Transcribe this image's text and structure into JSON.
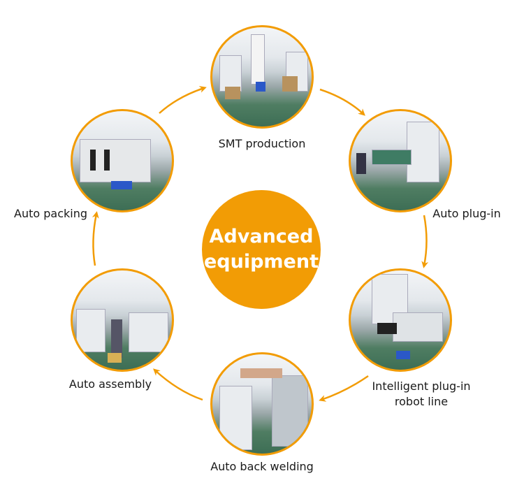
{
  "center": {
    "line1": "Advanced",
    "line2": "equipment"
  },
  "stages": [
    {
      "label": "SMT production"
    },
    {
      "label": "Auto plug-in"
    },
    {
      "label": "Intelligent plug-in",
      "label2": "robot line"
    },
    {
      "label": "Auto back welding"
    },
    {
      "label": "Auto assembly"
    },
    {
      "label": "Auto packing"
    }
  ],
  "colors": {
    "accent": "#f29c05"
  }
}
